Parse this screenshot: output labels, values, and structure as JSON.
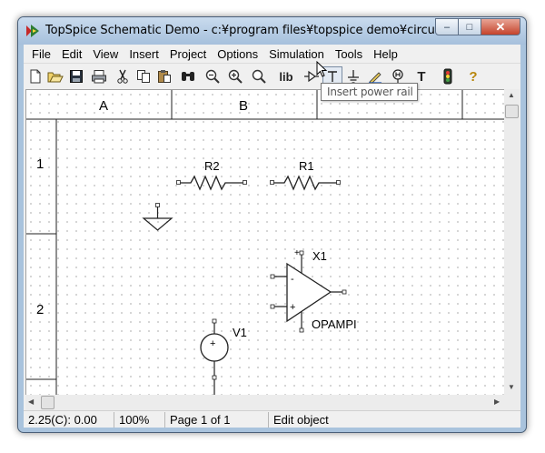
{
  "window": {
    "title": "TopSpice Schematic Demo - c:¥program files¥topspice demo¥circuits...",
    "minimize_glyph": "–",
    "maximize_glyph": "□",
    "close_glyph": "✕"
  },
  "menu": [
    "File",
    "Edit",
    "View",
    "Insert",
    "Project",
    "Options",
    "Simulation",
    "Tools",
    "Help"
  ],
  "toolbar": {
    "lib_label": "lib",
    "text_tool_label": "T",
    "help_label": "?",
    "icons": [
      "new-file-icon",
      "open-folder-icon",
      "save-icon",
      "print-icon",
      "cut-icon",
      "copy-icon",
      "paste-icon",
      "find-icon",
      "zoom-out-icon",
      "zoom-in-icon",
      "zoom-fit-icon",
      "library-icon",
      "insert-part-icon",
      "insert-power-rail-icon",
      "insert-ground-icon",
      "draw-wire-icon",
      "probe-icon",
      "insert-text-icon",
      "simulate-icon",
      "help-icon"
    ]
  },
  "tooltip": "Insert power rail",
  "schematic": {
    "columns": [
      "A",
      "B"
    ],
    "rows": [
      "1",
      "2"
    ],
    "components": {
      "r2": "R2",
      "r1": "R1",
      "x1": "X1",
      "opamp_model": "OPAMPI",
      "v1": "V1",
      "plus": "+",
      "minus": "-"
    }
  },
  "status": {
    "coords": "2.25(C): 0.00",
    "zoom": "100%",
    "page": "Page 1 of 1",
    "mode": "Edit object"
  },
  "colors": {
    "title_bar": "#b7cde6",
    "close_button": "#c5432b",
    "canvas_background": "#ffffff",
    "grid_dots": "#c8c8c8"
  }
}
